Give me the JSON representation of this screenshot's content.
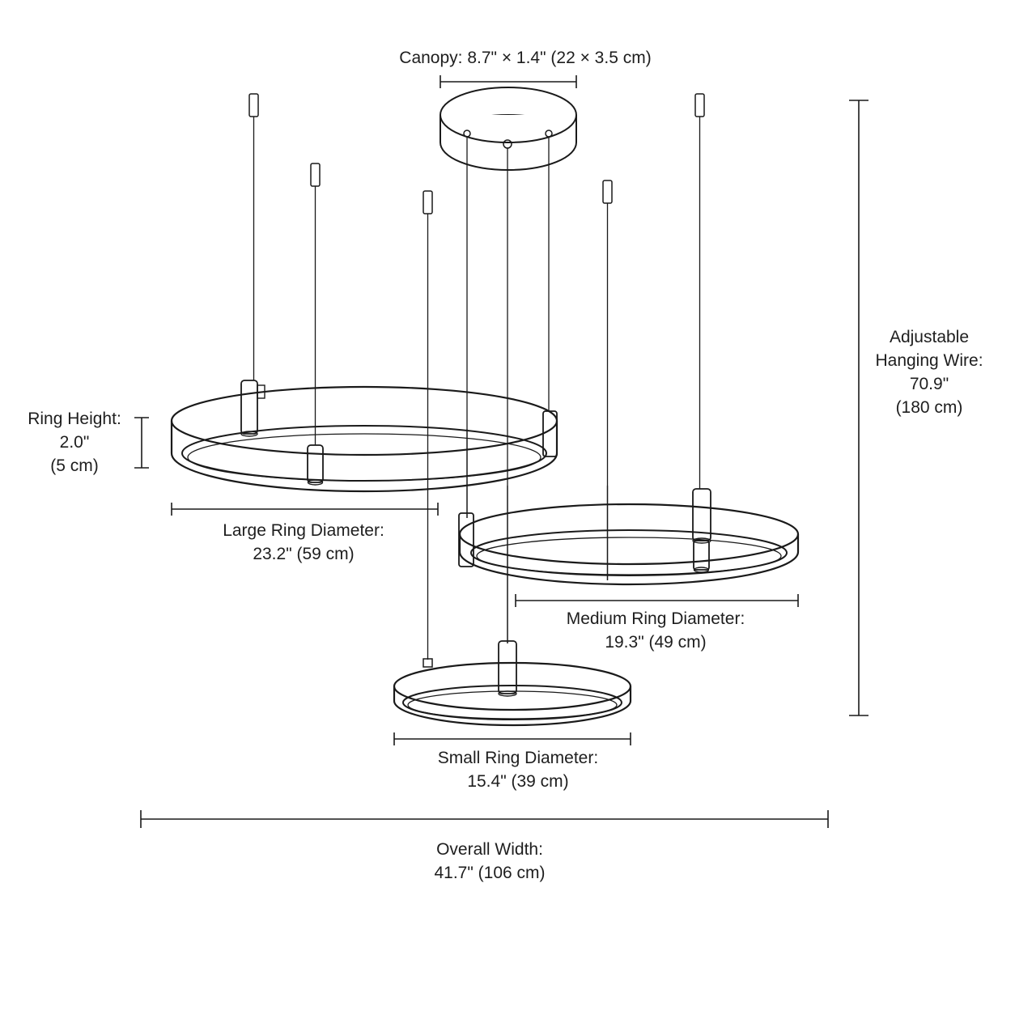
{
  "canopy": {
    "label": "Canopy: 8.7\" × 1.4\" (22 × 3.5 cm)"
  },
  "hanging_wire": {
    "line1": "Adjustable",
    "line2": "Hanging Wire:",
    "line3": "70.9\"",
    "line4": "(180 cm)"
  },
  "ring_height": {
    "line1": "Ring Height:",
    "line2": "2.0\"",
    "line3": "(5 cm)"
  },
  "large_ring": {
    "line1": "Large Ring Diameter:",
    "line2": "23.2\" (59 cm)"
  },
  "medium_ring": {
    "line1": "Medium Ring Diameter:",
    "line2": "19.3\" (49 cm)"
  },
  "small_ring": {
    "line1": "Small Ring Diameter:",
    "line2": "15.4\" (39 cm)"
  },
  "overall_width": {
    "line1": "Overall Width:",
    "line2": "41.7\" (106 cm)"
  },
  "colors": {
    "ink": "#1a1a1a",
    "background": "#ffffff"
  }
}
